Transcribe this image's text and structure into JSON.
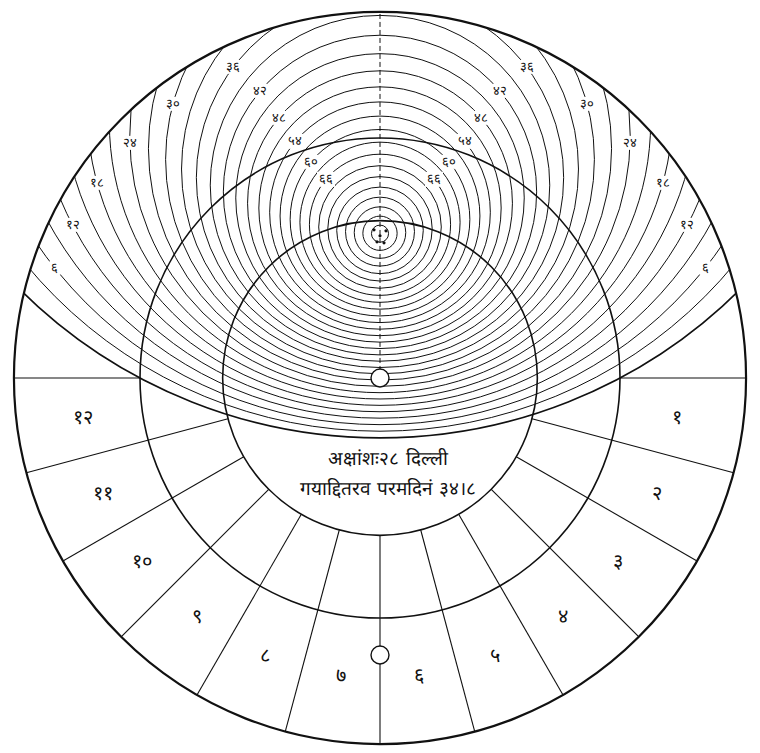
{
  "diagram": {
    "labels": [
      "अक्षांशः२८ दिल्ली",
      "गयाद्दितरव परमदिनं ३४।८",
      "१",
      "२",
      "३",
      "४",
      "५",
      "६",
      "७",
      "८",
      "९",
      "१०",
      "११",
      "१२",
      "६",
      "१२",
      "१८",
      "२४",
      "३०",
      "३६",
      "४२",
      "४८",
      "५४",
      "६०",
      "६६",
      "६",
      "१२",
      "१८",
      "२४",
      "३०",
      "३६",
      "४२",
      "४८",
      "५४",
      "६०",
      "६६"
    ]
  }
}
